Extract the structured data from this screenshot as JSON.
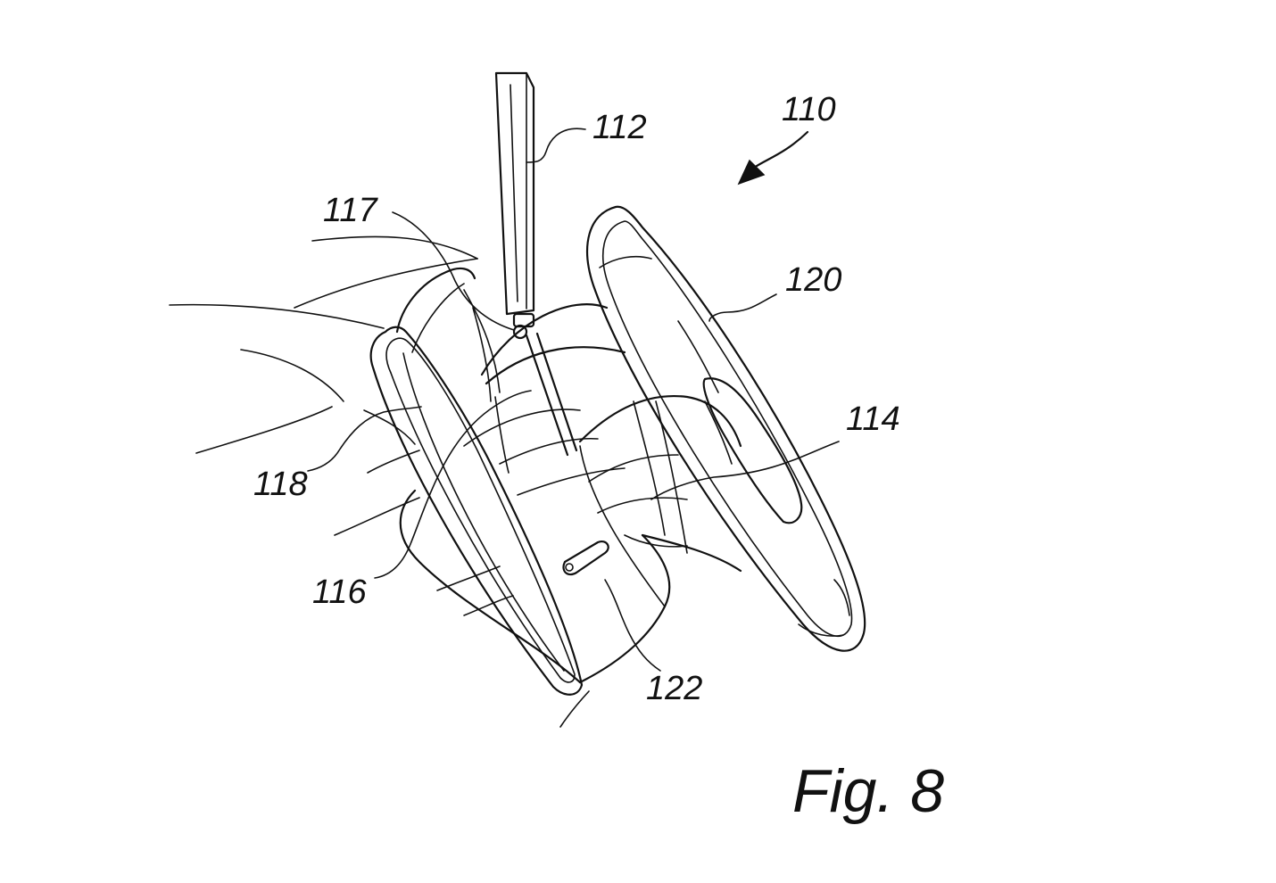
{
  "figure": {
    "caption": "Fig. 8",
    "reference_numerals": {
      "assembly": "110",
      "visor": "112",
      "airbag": "114",
      "rear_wall": "116",
      "tether": "117",
      "side_rim": "118",
      "steering_wheel": "120",
      "vent": "122"
    }
  }
}
